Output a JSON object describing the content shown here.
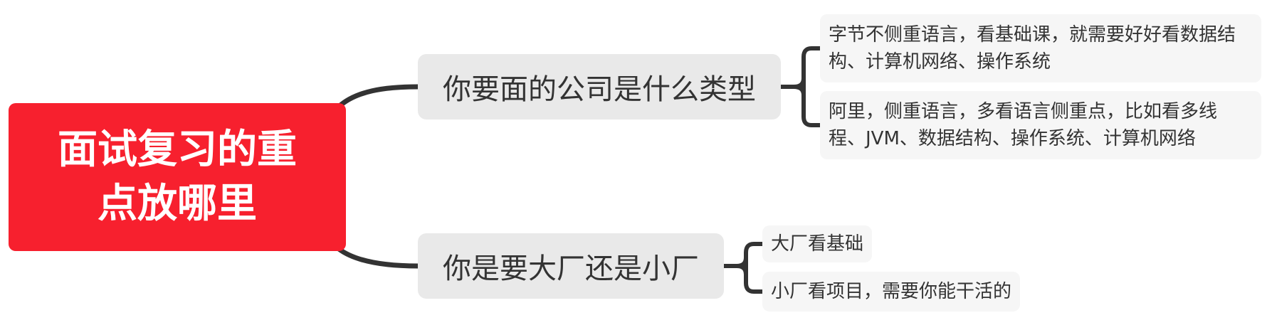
{
  "root": {
    "title": "面试复习的重点放哪里"
  },
  "branches": [
    {
      "label": "你要面的公司是什么类型",
      "children": [
        "字节不侧重语言，看基础课，就需要好好看数据结构、计算机网络、操作系统",
        "阿里，侧重语言，多看语言侧重点，比如看多线程、JVM、数据结构、操作系统、计算机网络"
      ]
    },
    {
      "label": "你是要大厂还是小厂",
      "children": [
        "大厂看基础",
        "小厂看项目，需要你能干活的"
      ]
    }
  ],
  "colors": {
    "root_fill": "#f7202e",
    "branch_fill": "#e9e9e9",
    "leaf_fill": "#f6f6f6",
    "connector": "#333333",
    "text": "#333333"
  }
}
